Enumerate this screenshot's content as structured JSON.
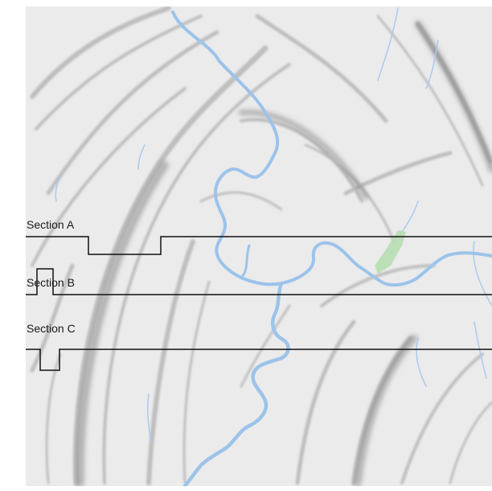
{
  "sections": [
    {
      "id": "a",
      "label": "Section A"
    },
    {
      "id": "b",
      "label": "Section B"
    },
    {
      "id": "c",
      "label": "Section C"
    }
  ],
  "colors": {
    "terrain_background": "#ebebeb",
    "ridge_shading": "#9a9a9a",
    "river": "#9cc3ea",
    "vegetation_patch": "#b8deb1",
    "section_line": "#111111",
    "border": "#ffffff"
  }
}
